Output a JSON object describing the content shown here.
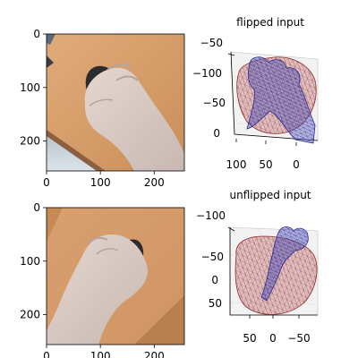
{
  "chart_data": [
    {
      "type": "image",
      "panel": "top-left",
      "x_ticks": [
        0,
        100,
        200
      ],
      "y_ticks": [
        0,
        100,
        200
      ],
      "xlim": [
        0,
        256
      ],
      "ylim": [
        256,
        0
      ],
      "image_description": "hand on a computer mouse on a wooden desk"
    },
    {
      "type": "3d-mesh",
      "panel": "top-right",
      "title": "flipped input",
      "z_ticks": [
        "−50",
        "−100",
        "−50",
        "0"
      ],
      "x_ticks": [
        "100",
        "50",
        "0"
      ],
      "series": [
        {
          "name": "hand mesh",
          "color": "#2f2f9f"
        },
        {
          "name": "object mesh",
          "color": "#9f2f2f"
        }
      ]
    },
    {
      "type": "image",
      "panel": "bottom-left",
      "x_ticks": [
        0,
        100,
        200
      ],
      "y_ticks": [
        0,
        100,
        200
      ],
      "xlim": [
        0,
        256
      ],
      "ylim": [
        256,
        0
      ],
      "image_description": "hand on a computer mouse on a wooden desk"
    },
    {
      "type": "3d-mesh",
      "panel": "bottom-right",
      "title": "unflipped input",
      "z_ticks": [
        "−100",
        "−50",
        "0",
        "50"
      ],
      "x_ticks": [
        "50",
        "0",
        "−50"
      ],
      "series": [
        {
          "name": "hand mesh",
          "color": "#2f2f9f"
        },
        {
          "name": "object mesh",
          "color": "#9f2f2f"
        }
      ]
    }
  ],
  "colors": {
    "desk": "#d9a574",
    "skin": "#d8cac4",
    "mouse": "#2c2c2c",
    "hand_mesh": "#2f2f9f",
    "object_mesh": "#9f2f2f"
  }
}
